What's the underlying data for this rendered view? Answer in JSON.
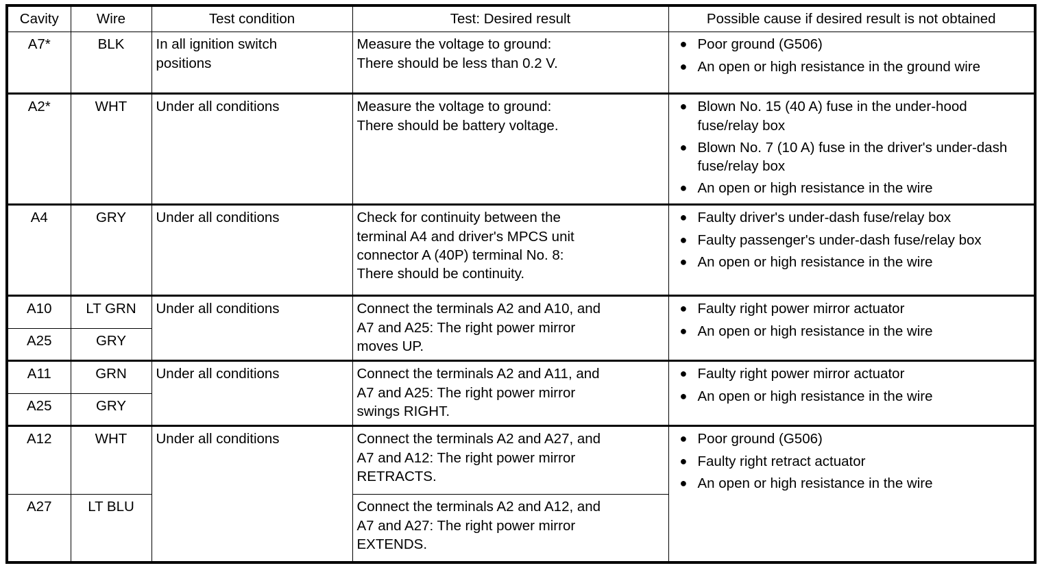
{
  "table": {
    "columns": [
      {
        "key": "cavity",
        "label": "Cavity"
      },
      {
        "key": "wire",
        "label": "Wire"
      },
      {
        "key": "condition",
        "label": "Test condition"
      },
      {
        "key": "test",
        "label": "Test: Desired result"
      },
      {
        "key": "cause",
        "label": "Possible cause if desired result is not obtained"
      }
    ],
    "rows": [
      {
        "cavity": "A7*",
        "wire": "BLK",
        "condition_lines": [
          "In all ignition switch",
          "positions"
        ],
        "test_lines": [
          "Measure the voltage to ground:",
          "There should be less than 0.2 V."
        ],
        "causes": [
          "Poor ground (G506)",
          "An open or high resistance in the ground wire"
        ]
      },
      {
        "cavity": "A2*",
        "wire": "WHT",
        "condition_lines": [
          "Under all conditions"
        ],
        "test_lines": [
          "Measure the voltage to ground:",
          "There should be battery voltage."
        ],
        "causes": [
          "Blown No. 15 (40 A) fuse in the under-hood fuse/relay box",
          "Blown No. 7 (10 A) fuse in the driver's under-dash fuse/relay box",
          "An open or high resistance in the wire"
        ]
      },
      {
        "cavity": "A4",
        "wire": "GRY",
        "condition_lines": [
          "Under all conditions"
        ],
        "test_lines": [
          "Check for continuity between the",
          "terminal A4 and driver's MPCS unit",
          "connector A (40P) terminal No. 8:",
          "There should be continuity."
        ],
        "causes": [
          "Faulty driver's under-dash fuse/relay box",
          "Faulty passenger's under-dash fuse/relay box",
          "An open or high resistance in the wire"
        ]
      },
      {
        "cavity": "A10",
        "cavity2": "A25",
        "wire": "LT GRN",
        "wire2": "GRY",
        "condition_lines": [
          "Under all conditions"
        ],
        "test_lines": [
          "Connect the terminals A2 and A10, and",
          "A7 and A25: The right power mirror",
          "moves UP."
        ],
        "causes": [
          "Faulty right power mirror actuator",
          "An open or high resistance in the wire"
        ]
      },
      {
        "cavity": "A11",
        "cavity2": "A25",
        "wire": "GRN",
        "wire2": "GRY",
        "condition_lines": [
          "Under all conditions"
        ],
        "test_lines": [
          "Connect the terminals A2 and A11, and",
          "A7 and A25: The right power mirror",
          "swings RIGHT."
        ],
        "causes": [
          "Faulty right power mirror actuator",
          "An open or high resistance in the wire"
        ]
      },
      {
        "cavity": "A12",
        "cavity2": "A27",
        "wire": "WHT",
        "wire2": "LT BLU",
        "condition_lines": [
          "Under all conditions"
        ],
        "test_lines": [
          "Connect the terminals A2 and A27, and",
          "A7 and A12: The right power mirror",
          "RETRACTS."
        ],
        "test_lines2": [
          "Connect the terminals A2 and A12, and",
          "A7 and A27: The right power mirror",
          "EXTENDS."
        ],
        "causes": [
          "Poor ground (G506)",
          "Faulty right retract actuator",
          "An open or high resistance in the wire"
        ]
      }
    ]
  },
  "icons": {
    "bullet": "●"
  },
  "colors": {
    "border": "#000000",
    "text": "#000000",
    "background": "#ffffff"
  }
}
